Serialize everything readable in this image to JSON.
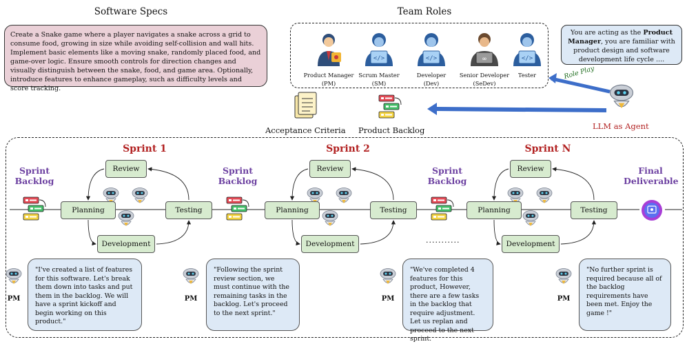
{
  "header": {
    "specs_title": "Software Specs",
    "roles_title": "Team Roles"
  },
  "specs_text": "Create a Snake game where a player navigates a snake across a grid to consume food, growing in size while avoiding self-collision and wall hits. Implement basic elements like a moving snake, randomly placed food, and game-over logic. Ensure smooth controls for direction changes and visually distinguish between the snake, food, and game area. Optionally, introduce features to enhance gameplay, such as difficulty levels and score tracking.",
  "roles": [
    {
      "name": "Product Manager",
      "abbr": "(PM)"
    },
    {
      "name": "Scrum Master",
      "abbr": "(SM)"
    },
    {
      "name": "Developer",
      "abbr": "(Dev)"
    },
    {
      "name": "Senior Developer",
      "abbr": "(SeDev)"
    },
    {
      "name": "Tester",
      "abbr": ""
    }
  ],
  "agent_prompt": {
    "prefix": "You are acting as the ",
    "role": "Product Manager",
    "suffix": ", you are familiar with product design and software development life cycle ...."
  },
  "role_play_label": "Role Play",
  "llm_label": "LLM as Agent",
  "artifacts": {
    "acceptance": "Acceptance Criteria",
    "backlog": "Product Backlog"
  },
  "sprints": [
    {
      "title": "Sprint 1"
    },
    {
      "title": "Sprint 2"
    },
    {
      "title": "Sprint N"
    }
  ],
  "phases": {
    "review": "Review",
    "planning": "Planning",
    "testing": "Testing",
    "development": "Development"
  },
  "sprint_backlog_label": "Sprint\nBacklog",
  "final_label": "Final\nDeliverable",
  "ellipsis": "...........",
  "pm_label": "PM",
  "quotes": [
    "\"I've created a list of features for this software. Let's break them down into tasks and put them in the backlog. We will have a sprint kickoff and begin working on this product.\"",
    "\"Following the sprint review section, we must continue with the remaining tasks in the backlog. Let's proceed to the next sprint.\"",
    "\"We've completed 4 features for this product, However, there are a few tasks in the backlog that require adjustment. Let us replan and proceed to the next sprint.",
    "\"No further sprint is required because all of the backlog requirements have been met. Enjoy the game !\""
  ],
  "colors": {
    "sprint_title": "#b22222",
    "backlog_label": "#6b3fa0",
    "phase_fill": "#d7ebcf",
    "quote_fill": "#dde9f6",
    "specs_fill": "#ead0d7",
    "arrow_blue": "#3d6ec9"
  }
}
